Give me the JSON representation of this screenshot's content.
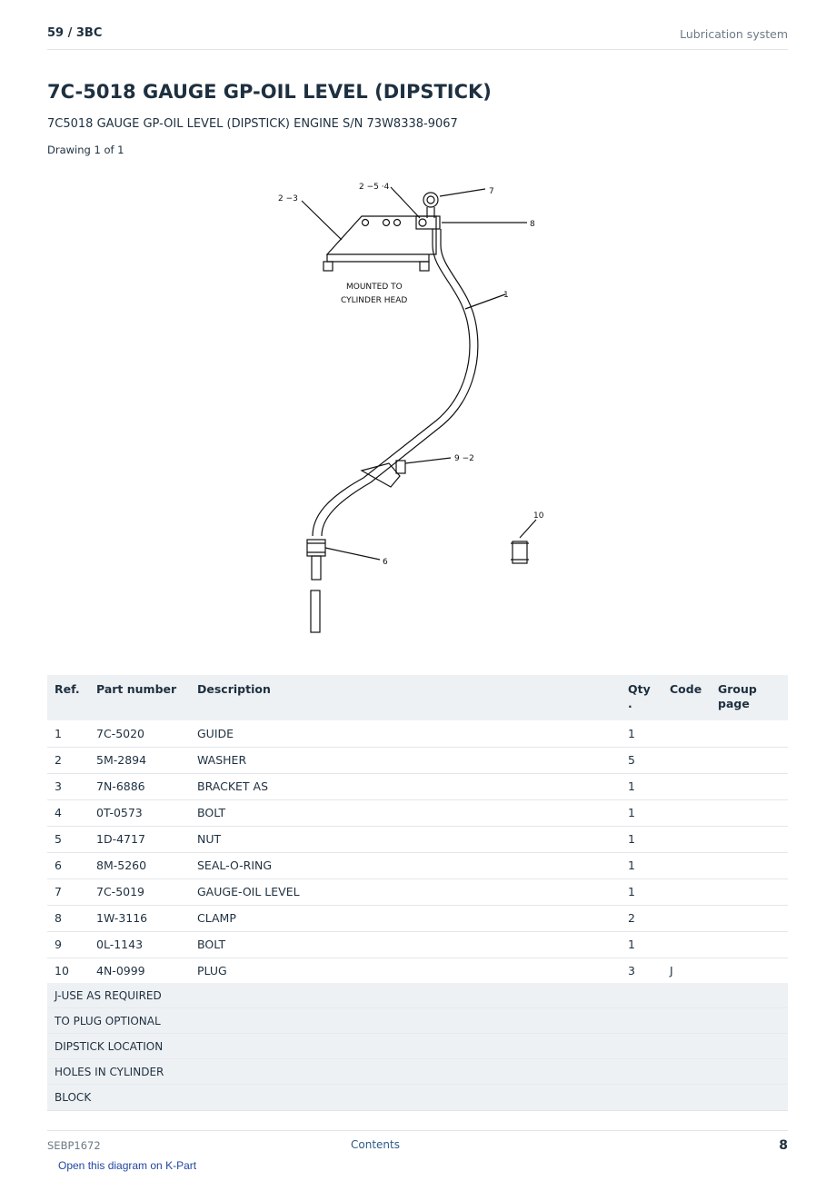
{
  "header": {
    "crumb": "59  /  3BC",
    "section": "Lubrication system"
  },
  "title": "7C-5018 GAUGE GP-OIL LEVEL (DIPSTICK)",
  "subtitle": "7C5018 GAUGE GP-OIL LEVEL (DIPSTICK) ENGINE S/N 73W8338-9067",
  "drawing_count": "Drawing 1 of 1",
  "diagram": {
    "callouts": {
      "c23": "2 −3",
      "c254": "2 −5 ·4",
      "c7": "7",
      "c8": "8",
      "c1": "1",
      "c92": "9 −2",
      "c10": "10",
      "c6": "6"
    },
    "mount_line1": "MOUNTED  TO",
    "mount_line2": "CYLINDER  HEAD"
  },
  "table": {
    "headers": {
      "ref": "Ref.",
      "part_number": "Part number",
      "description": "Description",
      "qty": "Qty",
      "qty_dot": ".",
      "code": "Code",
      "group_page_1": "Group",
      "group_page_2": "page"
    },
    "rows": [
      {
        "ref": "1",
        "part_number": "7C-5020",
        "description": "GUIDE",
        "qty": "1",
        "code": "",
        "group_page": ""
      },
      {
        "ref": "2",
        "part_number": "5M-2894",
        "description": "WASHER",
        "qty": "5",
        "code": "",
        "group_page": ""
      },
      {
        "ref": "3",
        "part_number": "7N-6886",
        "description": "BRACKET AS",
        "qty": "1",
        "code": "",
        "group_page": ""
      },
      {
        "ref": "4",
        "part_number": "0T-0573",
        "description": "BOLT",
        "qty": "1",
        "code": "",
        "group_page": ""
      },
      {
        "ref": "5",
        "part_number": "1D-4717",
        "description": "NUT",
        "qty": "1",
        "code": "",
        "group_page": ""
      },
      {
        "ref": "6",
        "part_number": "8M-5260",
        "description": "SEAL-O-RING",
        "qty": "1",
        "code": "",
        "group_page": ""
      },
      {
        "ref": "7",
        "part_number": "7C-5019",
        "description": "GAUGE-OIL LEVEL",
        "qty": "1",
        "code": "",
        "group_page": ""
      },
      {
        "ref": "8",
        "part_number": "1W-3116",
        "description": "CLAMP",
        "qty": "2",
        "code": "",
        "group_page": ""
      },
      {
        "ref": "9",
        "part_number": "0L-1143",
        "description": "BOLT",
        "qty": "1",
        "code": "",
        "group_page": ""
      },
      {
        "ref": "10",
        "part_number": "4N-0999",
        "description": "PLUG",
        "qty": "3",
        "code": "J",
        "group_page": ""
      }
    ]
  },
  "notes": [
    "J-USE AS REQUIRED",
    "TO PLUG OPTIONAL",
    "DIPSTICK LOCATION",
    "HOLES IN CYLINDER",
    "BLOCK"
  ],
  "footer": {
    "doc_id": "SEBP1672",
    "contents_link": "Contents",
    "page_number": "8",
    "open_diagram_link": "Open this diagram on K-Part"
  }
}
